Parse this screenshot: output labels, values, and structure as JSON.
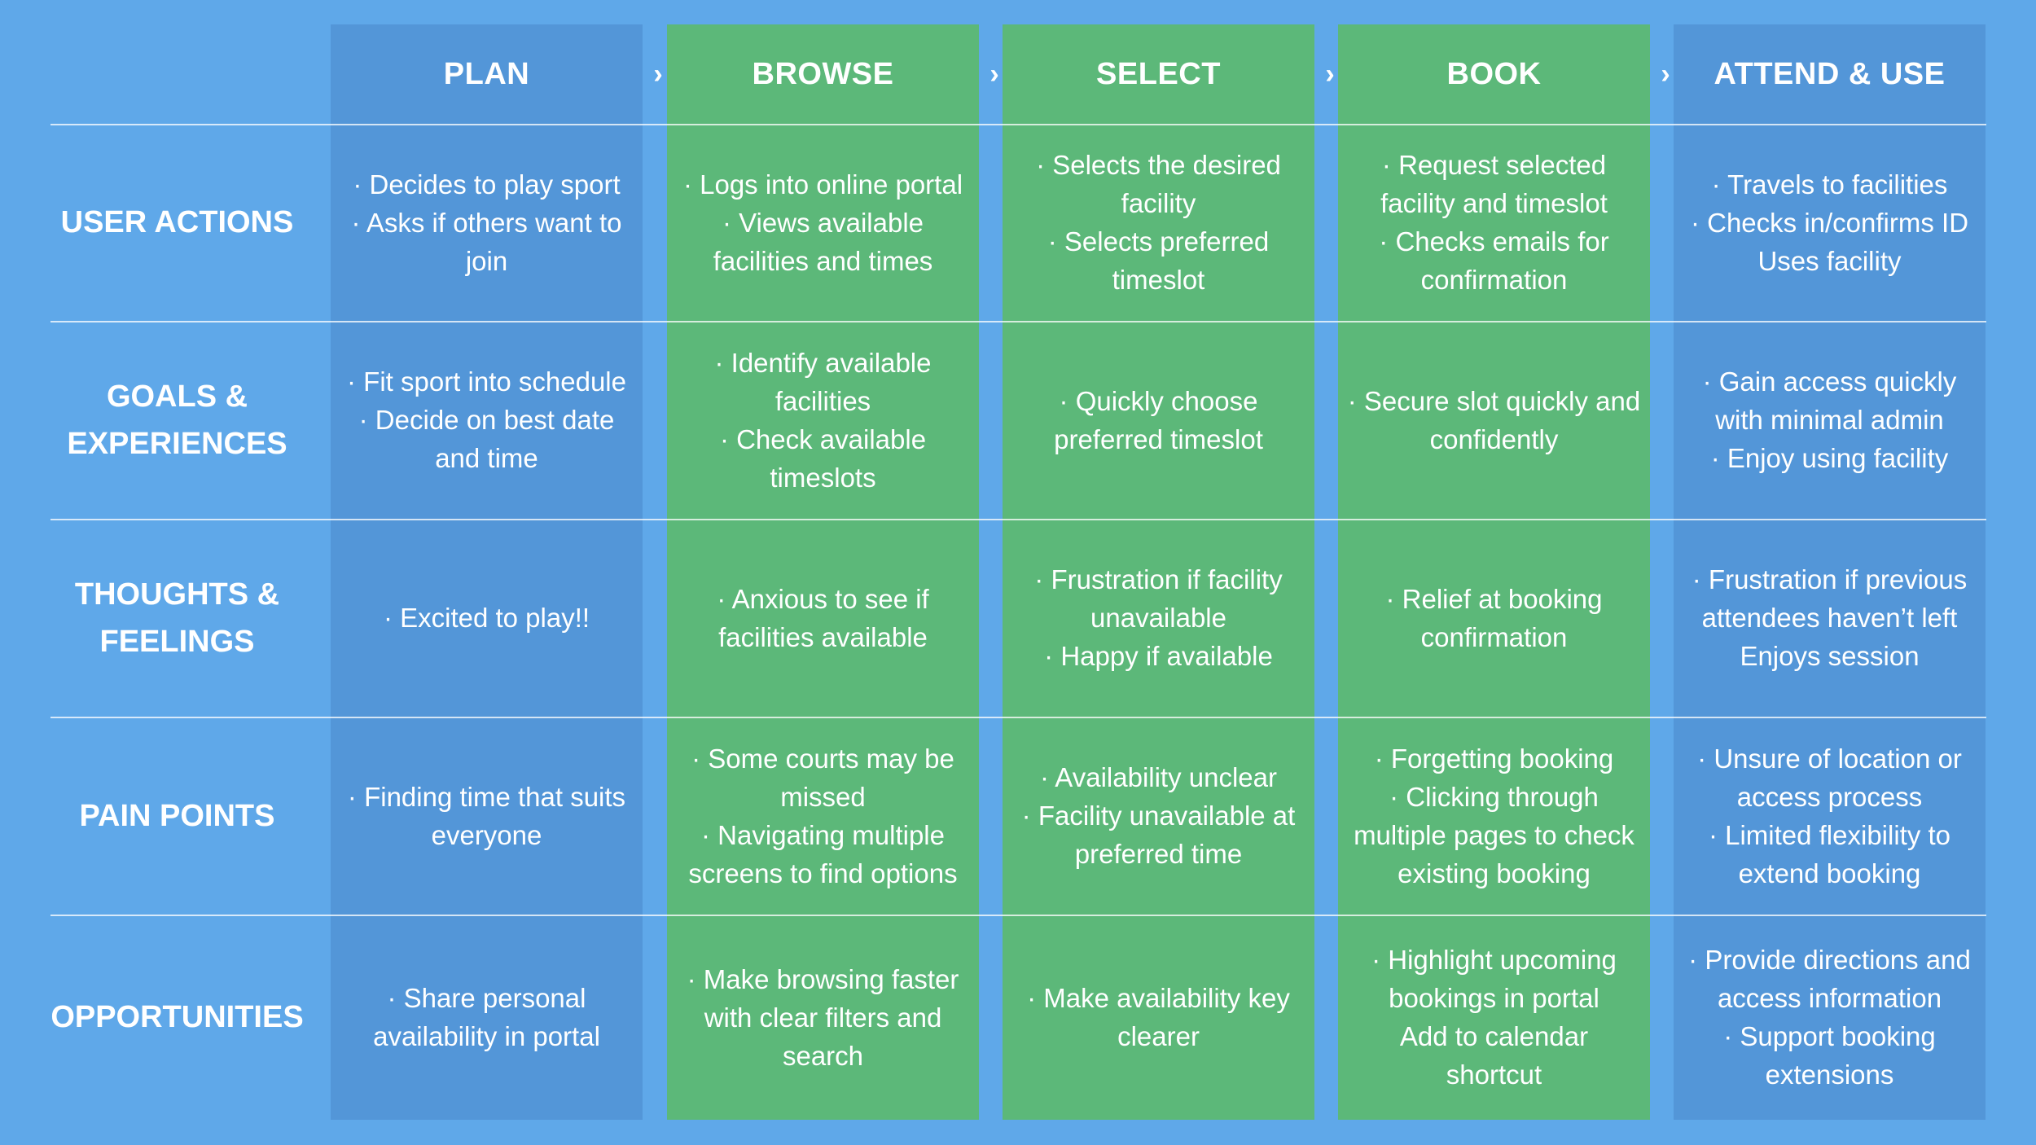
{
  "stages": [
    {
      "label": "PLAN",
      "color": "#5396d8"
    },
    {
      "label": "BROWSE",
      "color": "#5cb879"
    },
    {
      "label": "SELECT",
      "color": "#5cb879"
    },
    {
      "label": "BOOK",
      "color": "#5cb879"
    },
    {
      "label": "ATTEND & USE",
      "color": "#5396d8"
    }
  ],
  "arrow_glyph": "›",
  "rows": [
    {
      "label": [
        "USER ACTIONS"
      ],
      "cells": [
        [
          "· Decides to play sport",
          "· Asks if others want to",
          "join"
        ],
        [
          "· Logs into online portal",
          "· Views available",
          "facilities and times"
        ],
        [
          "· Selects the desired",
          "facility",
          "· Selects preferred",
          "timeslot"
        ],
        [
          "· Request selected",
          "facility and timeslot",
          "· Checks emails for",
          "confirmation"
        ],
        [
          "· Travels to facilities",
          "· Checks in/confirms ID",
          "Uses facility"
        ]
      ]
    },
    {
      "label": [
        "GOALS &",
        "EXPERIENCES"
      ],
      "cells": [
        [
          "· Fit sport into schedule",
          "· Decide on best date",
          "and time"
        ],
        [
          "· Identify available",
          "facilities",
          "· Check available",
          "timeslots"
        ],
        [
          "· Quickly choose",
          "preferred timeslot"
        ],
        [
          "· Secure slot quickly and",
          "confidently"
        ],
        [
          "· Gain access quickly",
          "with minimal admin",
          "· Enjoy using facility"
        ]
      ]
    },
    {
      "label": [
        "THOUGHTS &",
        "FEELINGS"
      ],
      "cells": [
        [
          "· Excited to play!!"
        ],
        [
          "· Anxious to see if",
          "facilities available"
        ],
        [
          "· Frustration if facility",
          "unavailable",
          "· Happy if available"
        ],
        [
          "· Relief at booking",
          "confirmation"
        ],
        [
          "· Frustration if previous",
          "attendees haven’t left",
          "Enjoys session"
        ]
      ]
    },
    {
      "label": [
        "PAIN POINTS"
      ],
      "cells": [
        [
          "· Finding time that suits",
          "everyone"
        ],
        [
          "· Some courts may be",
          "missed",
          "· Navigating multiple",
          "screens to find options"
        ],
        [
          "· Availability unclear",
          "· Facility unavailable at",
          "preferred time"
        ],
        [
          "· Forgetting booking",
          "· Clicking through",
          "multiple pages to check",
          "existing booking"
        ],
        [
          "· Unsure of location or",
          "access process",
          "· Limited flexibility to",
          "extend booking"
        ]
      ]
    },
    {
      "label": [
        "OPPORTUNITIES"
      ],
      "cells": [
        [
          "· Share personal",
          "availability in portal"
        ],
        [
          "· Make browsing faster",
          "with clear filters and",
          "search"
        ],
        [
          "· Make availability key",
          "clearer"
        ],
        [
          "· Highlight upcoming",
          "bookings in portal",
          "Add to calendar",
          "shortcut"
        ],
        [
          "· Provide directions and",
          "access information",
          "· Support booking",
          "extensions"
        ]
      ]
    }
  ]
}
